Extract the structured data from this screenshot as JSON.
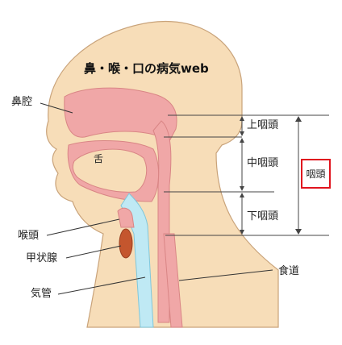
{
  "title": "鼻・喉・口の病気web",
  "labels": {
    "nasal_cavity": "鼻腔",
    "tongue": "舌",
    "larynx": "喉頭",
    "thyroid": "甲状腺",
    "trachea": "気管",
    "esophagus": "食道",
    "upper_pharynx": "上咽頭",
    "middle_pharynx": "中咽頭",
    "lower_pharynx": "下咽頭",
    "pharynx": "咽頭"
  },
  "colors": {
    "skin": "#f7ddb8",
    "outline": "#c9a37a",
    "tissue": "#f0a7a7",
    "tissue_dark": "#e08a8a",
    "airway": "#bfe9f4",
    "thyroid": "#c4562e",
    "highlight": "#e0141e"
  }
}
